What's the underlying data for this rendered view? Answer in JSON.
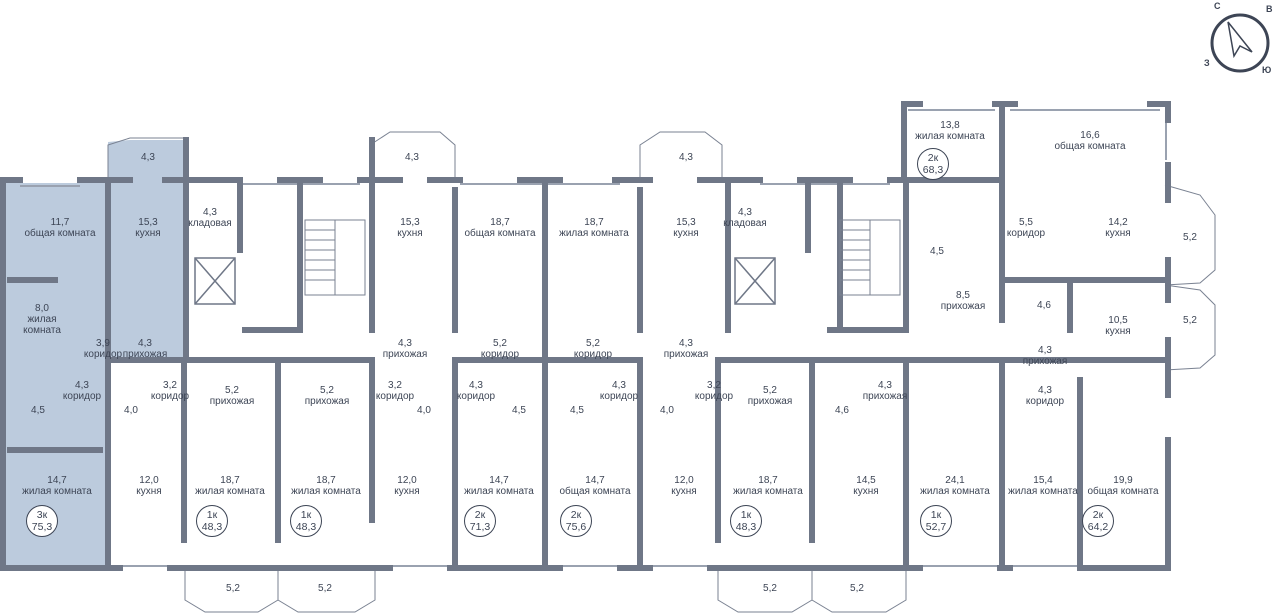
{
  "colors": {
    "wall": "#6f7787",
    "highlight": "#bccbdd",
    "text": "#3d4555",
    "window": "#9aa2b0"
  },
  "compass": {
    "n": "С",
    "e": "В",
    "w": "З",
    "s": "Ю"
  },
  "apartments": [
    {
      "rooms": "3к",
      "area": "75,3"
    },
    {
      "rooms": "1к",
      "area": "48,3"
    },
    {
      "rooms": "1к",
      "area": "48,3"
    },
    {
      "rooms": "2к",
      "area": "71,3"
    },
    {
      "rooms": "2к",
      "area": "75,6"
    },
    {
      "rooms": "1к",
      "area": "48,3"
    },
    {
      "rooms": "1к",
      "area": "52,7"
    },
    {
      "rooms": "2к",
      "area": "64,2"
    },
    {
      "rooms": "2к",
      "area": "68,3"
    }
  ],
  "labels": [
    [
      "4,3"
    ],
    [
      "11,7",
      "общая комната"
    ],
    [
      "15,3",
      "кухня"
    ],
    [
      "4,3",
      "кладовая"
    ],
    [
      "8,0",
      "жилая",
      "комната"
    ],
    [
      "3,9",
      "коридор"
    ],
    [
      "4,3",
      "прихожая"
    ],
    [
      "4,3",
      "коридор"
    ],
    [
      "4,5"
    ],
    [
      "14,7",
      "жилая комната"
    ],
    [
      "3,2",
      "коридор"
    ],
    [
      "4,0"
    ],
    [
      "12,0",
      "кухня"
    ],
    [
      "5,2",
      "прихожая"
    ],
    [
      "18,7",
      "жилая комната"
    ],
    [
      "5,2",
      "прихожая"
    ],
    [
      "18,7",
      "жилая комната"
    ],
    [
      "3,2",
      "коридор"
    ],
    [
      "4,0"
    ],
    [
      "12,0",
      "кухня"
    ],
    [
      "4,3"
    ],
    [
      "15,3",
      "кухня"
    ],
    [
      "4,3",
      "прихожая"
    ],
    [
      "18,7",
      "общая комната"
    ],
    [
      "5,2",
      "коридор"
    ],
    [
      "4,3",
      "коридор"
    ],
    [
      "4,5"
    ],
    [
      "14,7",
      "жилая комната"
    ],
    [
      "18,7",
      "жилая комната"
    ],
    [
      "5,2",
      "коридор"
    ],
    [
      "4,5"
    ],
    [
      "4,3",
      "коридор"
    ],
    [
      "14,7",
      "общая комната"
    ],
    [
      "4,3"
    ],
    [
      "15,3",
      "кухня"
    ],
    [
      "4,3",
      "кладовая"
    ],
    [
      "4,3",
      "прихожая"
    ],
    [
      "3,2",
      "коридор"
    ],
    [
      "4,0"
    ],
    [
      "12,0",
      "кухня"
    ],
    [
      "5,2",
      "прихожая"
    ],
    [
      "18,7",
      "жилая комната"
    ],
    [
      "4,3",
      "прихожая"
    ],
    [
      "4,6"
    ],
    [
      "14,5",
      "кухня"
    ],
    [
      "24,1",
      "жилая комната"
    ],
    [
      "13,8",
      "жилая комната"
    ],
    [
      "4,5"
    ],
    [
      "8,5",
      "прихожая"
    ],
    [
      "16,6",
      "общая комната"
    ],
    [
      "5,5",
      "коридор"
    ],
    [
      "14,2",
      "кухня"
    ],
    [
      "5,2"
    ],
    [
      "4,6"
    ],
    [
      "10,5",
      "кухня"
    ],
    [
      "5,2"
    ],
    [
      "4,3",
      "прихожая"
    ],
    [
      "4,3",
      "коридор"
    ],
    [
      "15,4",
      "жилая комната"
    ],
    [
      "19,9",
      "общая комната"
    ],
    [
      "5,2"
    ],
    [
      "5,2"
    ],
    [
      "5,2"
    ],
    [
      "5,2"
    ]
  ]
}
